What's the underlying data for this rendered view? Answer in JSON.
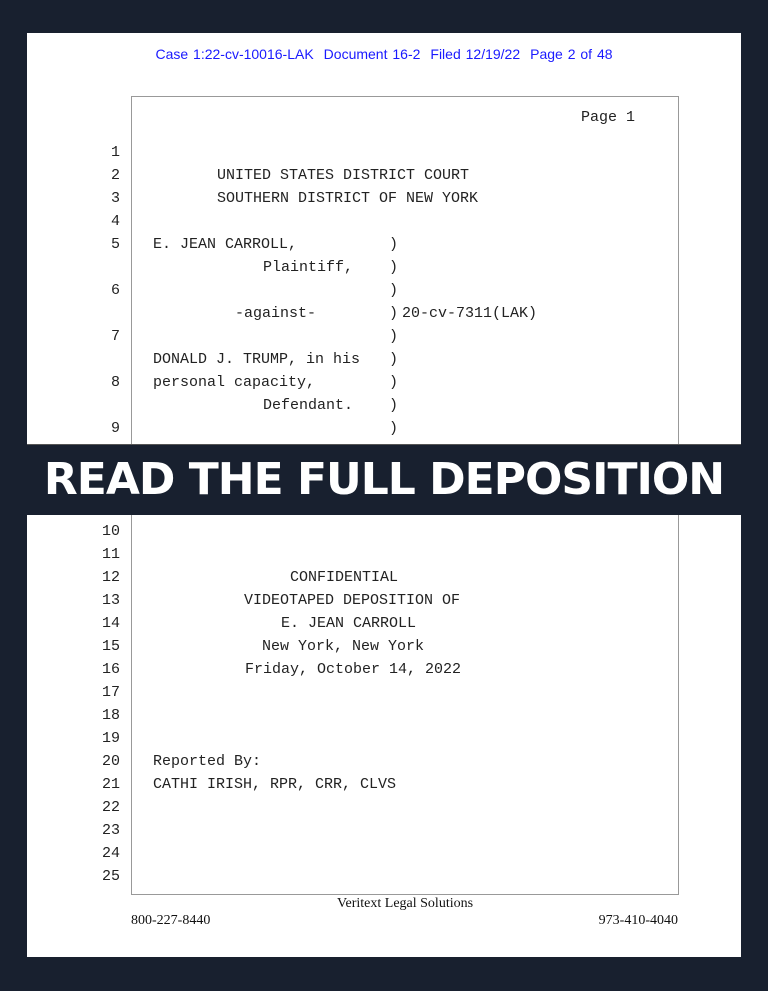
{
  "header": {
    "case": "Case 1:22-cv-10016-LAK",
    "document": "Document 16-2",
    "filed": "Filed 12/19/22",
    "page": "Page 2 of 48"
  },
  "transcript": {
    "page_label": "Page 1",
    "line_numbers": [
      "1",
      "2",
      "3",
      "4",
      "5",
      "6",
      "7",
      "8",
      "9",
      "10",
      "11",
      "12",
      "13",
      "14",
      "15",
      "16",
      "17",
      "18",
      "19",
      "20",
      "21",
      "22",
      "23",
      "24",
      "25"
    ],
    "court": "UNITED STATES DISTRICT COURT",
    "district": "SOUTHERN DISTRICT OF NEW YORK",
    "plaintiff_name": "E. JEAN CARROLL,",
    "plaintiff_role": "Plaintiff,",
    "against": "-against-",
    "case_no": "20-cv-7311(LAK)",
    "defendant_name": "DONALD J. TRUMP, in his",
    "defendant_capacity": "personal capacity,",
    "defendant_role": "Defendant.",
    "paren": ")",
    "confidential": "CONFIDENTIAL",
    "title": "VIDEOTAPED DEPOSITION OF",
    "deponent": "E. JEAN CARROLL",
    "location": "New York, New York",
    "date": "Friday, October 14, 2022",
    "reported_by": "Reported By:",
    "reporter": "CATHI IRISH, RPR, CRR, CLVS"
  },
  "banner": {
    "label": "READ THE FULL DEPOSITION"
  },
  "footer": {
    "company": "Veritext Legal Solutions",
    "phone_left": "800-227-8440",
    "phone_right": "973-410-4040"
  }
}
